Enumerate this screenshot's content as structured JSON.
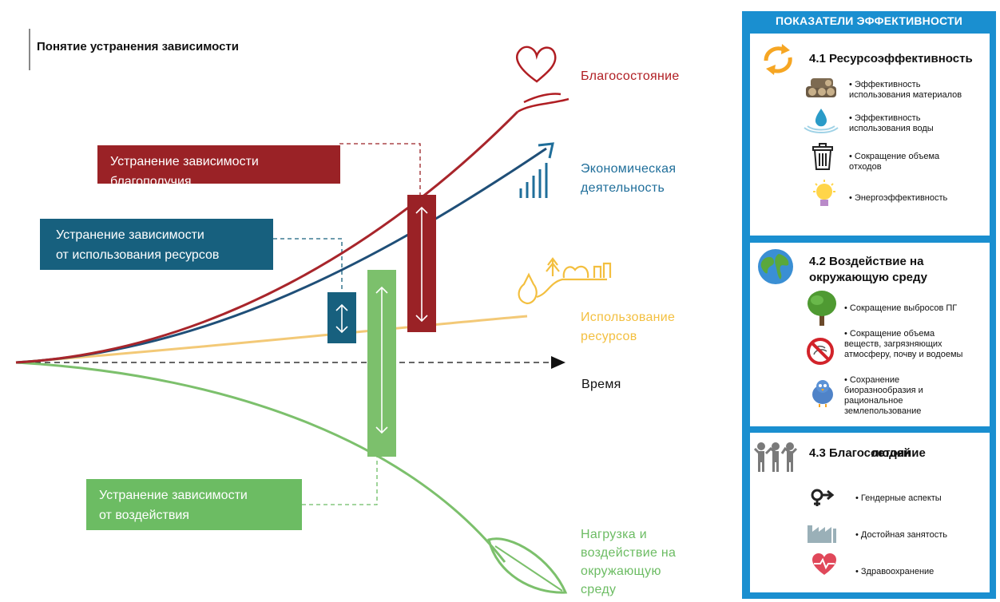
{
  "title": "Понятие устранения зависимости",
  "boxes": {
    "wellbeing": {
      "lines": [
        "Устранение зависимости",
        "благополучия"
      ],
      "color": "#9a2226"
    },
    "resources": {
      "lines": [
        "Устранение зависимости",
        "от использования ресурсов"
      ],
      "color": "#17607e"
    },
    "impact": {
      "lines": [
        "Устранение зависимости",
        "от воздействия"
      ],
      "color": "#6cbc63"
    }
  },
  "curve_labels": {
    "wellbeing": {
      "lines": [
        "Благосостояние"
      ],
      "color": "#b01e23"
    },
    "economic": {
      "lines": [
        "Экономическая",
        "деятельность"
      ],
      "color": "#1f6e9a"
    },
    "resource_use": {
      "lines": [
        "Использование",
        "ресурсов"
      ],
      "color": "#f3bf3f"
    },
    "time": {
      "lines": [
        "Время"
      ],
      "color": "#111111"
    },
    "impact": {
      "lines": [
        "Нагрузка и",
        "воздействие на",
        "окружающую",
        "среду"
      ],
      "color": "#6cbc63"
    }
  },
  "kpi": {
    "title": "ПОКАЗАТЕЛИ ЭФФЕКТИВНОСТИ",
    "accent": "#1a8fd0",
    "sections": [
      {
        "heading": [
          "4.1 Ресурсоэффективность"
        ],
        "icon": "recycle-arrows-icon",
        "items": [
          {
            "icon": "logs-icon",
            "lines": [
              "• Эффективность",
              "использования материалов"
            ]
          },
          {
            "icon": "water-drop-icon",
            "lines": [
              "• Эффективность",
              "использования воды"
            ]
          },
          {
            "icon": "trash-bin-icon",
            "lines": [
              "• Сокращение объема",
              "отходов"
            ]
          },
          {
            "icon": "light-bulb-icon",
            "lines": [
              "• Энергоэффективность"
            ]
          }
        ]
      },
      {
        "heading": [
          "4.2 Воздействие",
          "на окружающую среду"
        ],
        "icon": "globe-icon",
        "items": [
          {
            "icon": "tree-icon",
            "lines": [
              "• Сокращение выбросов ПГ"
            ]
          },
          {
            "icon": "no-pollution-icon",
            "lines": [
              "• Сокращение объема",
              "веществ, загрязняющих",
              "атмосферу, почву и водоемы"
            ]
          },
          {
            "icon": "bird-icon",
            "lines": [
              "• Сохранение",
              "биоразнообразия и",
              "рациональное",
              "землепользование"
            ]
          }
        ]
      },
      {
        "heading": [
          "4.3 Благосостояние",
          "людей"
        ],
        "icon": "people-icon",
        "items": [
          {
            "icon": "gender-icon",
            "lines": [
              "• Гендерные аспекты"
            ]
          },
          {
            "icon": "factory-icon",
            "lines": [
              "• Достойная занятость"
            ]
          },
          {
            "icon": "heart-pulse-icon",
            "lines": [
              "• Здравоохранение"
            ]
          }
        ]
      }
    ]
  }
}
